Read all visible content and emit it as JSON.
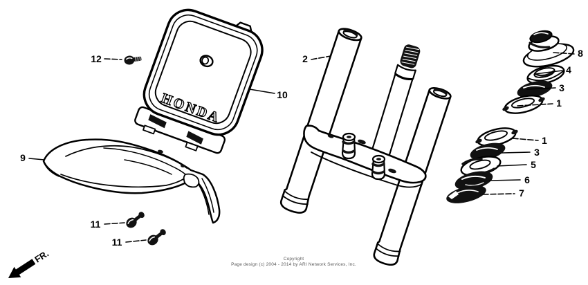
{
  "diagram": {
    "background": "#ffffff",
    "ink": "#000000",
    "plate": {
      "logo": "HONDA"
    },
    "direction": {
      "label": "FR."
    },
    "callouts": {
      "c2": "2",
      "c8": "8",
      "c4": "4",
      "c3_top": "3",
      "c1_top": "1",
      "c1_mid": "1",
      "c3_mid": "3",
      "c5": "5",
      "c6": "6",
      "c7": "7",
      "c9": "9",
      "c10": "10",
      "c11_upper": "11",
      "c11_lower": "11",
      "c12": "12"
    },
    "footer": {
      "line1": "Copyright",
      "line2": "Page design (c) 2004 - 2014 by ARI Network Services, Inc.",
      "text_color": "#5a5a5a"
    }
  }
}
